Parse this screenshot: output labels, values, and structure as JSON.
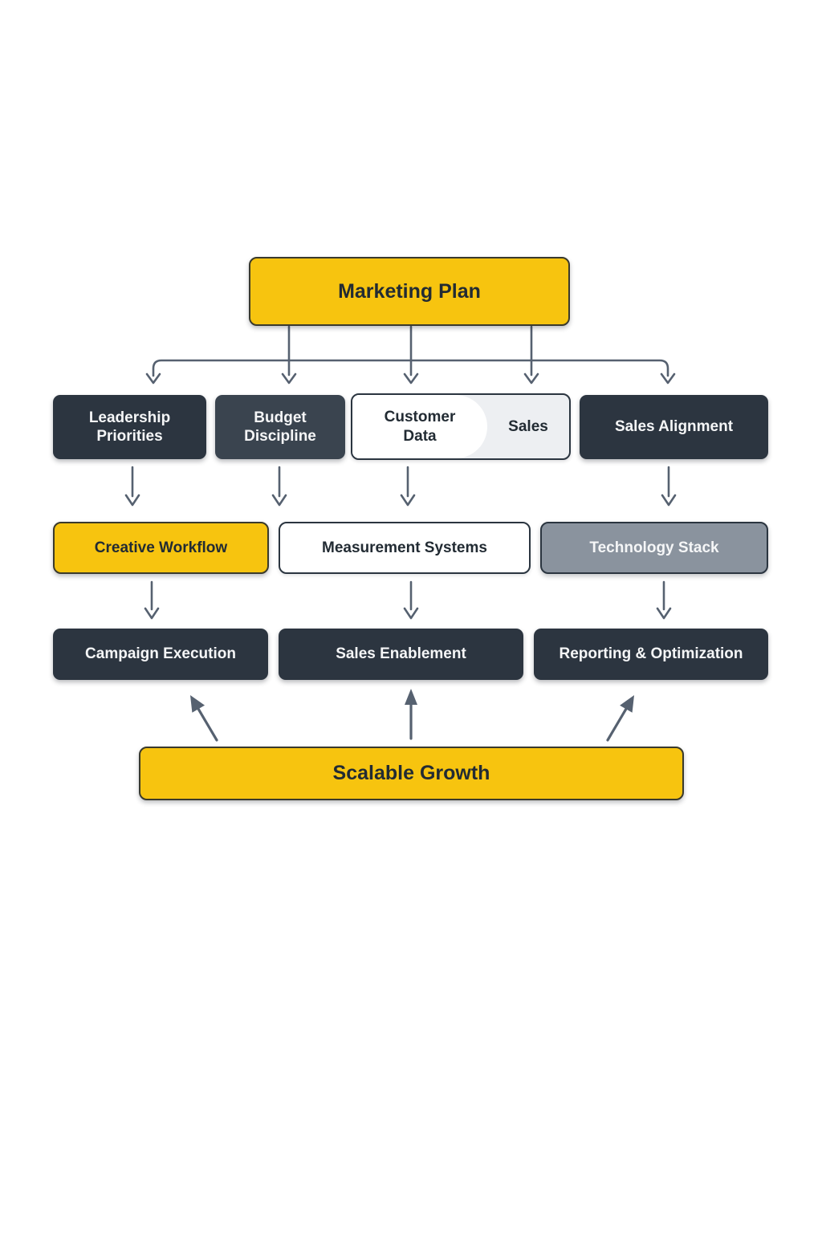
{
  "colors": {
    "accent_yellow": "#F7C40F",
    "dark_navy": "#2C3540",
    "dark_navy_alt": "#3A444F",
    "slate_gray": "#8A939E",
    "light_gray": "#EDEFF2",
    "white": "#FFFFFF",
    "arrow_gray": "#566170",
    "text_dark": "#222B33",
    "text_light": "#F5F6F7"
  },
  "nodes": {
    "marketing_plan": {
      "label": "Marketing Plan",
      "color": "#F7C40F"
    },
    "leadership_priorities": {
      "label": "Leadership Priorities",
      "color": "#2C3540"
    },
    "budget_discipline": {
      "label": "Budget Discipline",
      "color": "#3A444F"
    },
    "customer_data": {
      "label": "Customer Data",
      "color": "#FFFFFF"
    },
    "sales": {
      "label": "Sales",
      "color": "#EDEFF2"
    },
    "sales_alignment": {
      "label": "Sales Alignment",
      "color": "#2C3540"
    },
    "creative_workflow": {
      "label": "Creative Workflow",
      "color": "#F7C40F"
    },
    "measurement_systems": {
      "label": "Measurement Systems",
      "color": "#FFFFFF"
    },
    "technology_stack": {
      "label": "Technology Stack",
      "color": "#8A939E"
    },
    "campaign_execution": {
      "label": "Campaign Execution",
      "color": "#2C3540"
    },
    "sales_enablement": {
      "label": "Sales Enablement",
      "color": "#2C3540"
    },
    "reporting_optimization": {
      "label": "Reporting & Optimization",
      "color": "#2C3540"
    },
    "scalable_growth": {
      "label": "Scalable Growth",
      "color": "#F7C40F"
    }
  },
  "edges": [
    {
      "from": "marketing_plan",
      "to": "leadership_priorities"
    },
    {
      "from": "marketing_plan",
      "to": "budget_discipline"
    },
    {
      "from": "marketing_plan",
      "to": "customer_data"
    },
    {
      "from": "marketing_plan",
      "to": "sales"
    },
    {
      "from": "marketing_plan",
      "to": "sales_alignment"
    },
    {
      "from": "leadership_priorities",
      "to": "creative_workflow"
    },
    {
      "from": "budget_discipline",
      "to": "creative_workflow"
    },
    {
      "from": "customer_data",
      "to": "measurement_systems"
    },
    {
      "from": "sales_alignment",
      "to": "technology_stack"
    },
    {
      "from": "creative_workflow",
      "to": "campaign_execution"
    },
    {
      "from": "measurement_systems",
      "to": "sales_enablement"
    },
    {
      "from": "technology_stack",
      "to": "reporting_optimization"
    },
    {
      "from": "scalable_growth",
      "to": "campaign_execution",
      "direction": "up"
    },
    {
      "from": "scalable_growth",
      "to": "sales_enablement",
      "direction": "up"
    },
    {
      "from": "scalable_growth",
      "to": "reporting_optimization",
      "direction": "up"
    }
  ]
}
